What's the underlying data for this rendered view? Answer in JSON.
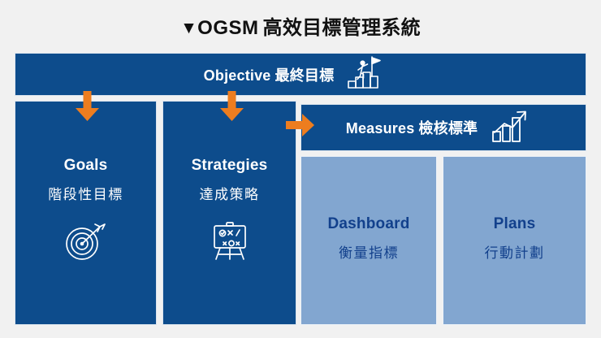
{
  "title": {
    "marker": "▼",
    "latin": "OGSM",
    "cjk": "高效目標管理系統"
  },
  "colors": {
    "background": "#f1f1f1",
    "primary_blue": "#0d4c8c",
    "light_blue": "#82a6d0",
    "accent_orange": "#ed7d1f",
    "text_on_blue": "#ffffff",
    "text_on_light": "#12408c",
    "title_text": "#111111"
  },
  "objective": {
    "latin": "Objective",
    "cjk": "最終目標",
    "icon": "person-on-podium-with-flag-icon"
  },
  "measures": {
    "latin": "Measures",
    "cjk": "檢核標準",
    "icon": "bar-chart-growth-icon"
  },
  "columns": [
    {
      "key": "goals",
      "latin": "Goals",
      "cjk": "階段性目標",
      "icon": "target-with-arrow-icon"
    },
    {
      "key": "strategies",
      "latin": "Strategies",
      "cjk": "達成策略",
      "icon": "strategy-board-easel-icon"
    }
  ],
  "sub_panels": [
    {
      "key": "dashboard",
      "latin": "Dashboard",
      "cjk": "衡量指標"
    },
    {
      "key": "plans",
      "latin": "Plans",
      "cjk": "行動計劃"
    }
  ],
  "arrows": [
    {
      "key": "goals_arrow",
      "direction": "down",
      "icon": "arrow-down-icon"
    },
    {
      "key": "strategies_arrow",
      "direction": "down",
      "icon": "arrow-down-icon"
    },
    {
      "key": "measures_arrow",
      "direction": "right",
      "icon": "arrow-right-icon"
    }
  ]
}
